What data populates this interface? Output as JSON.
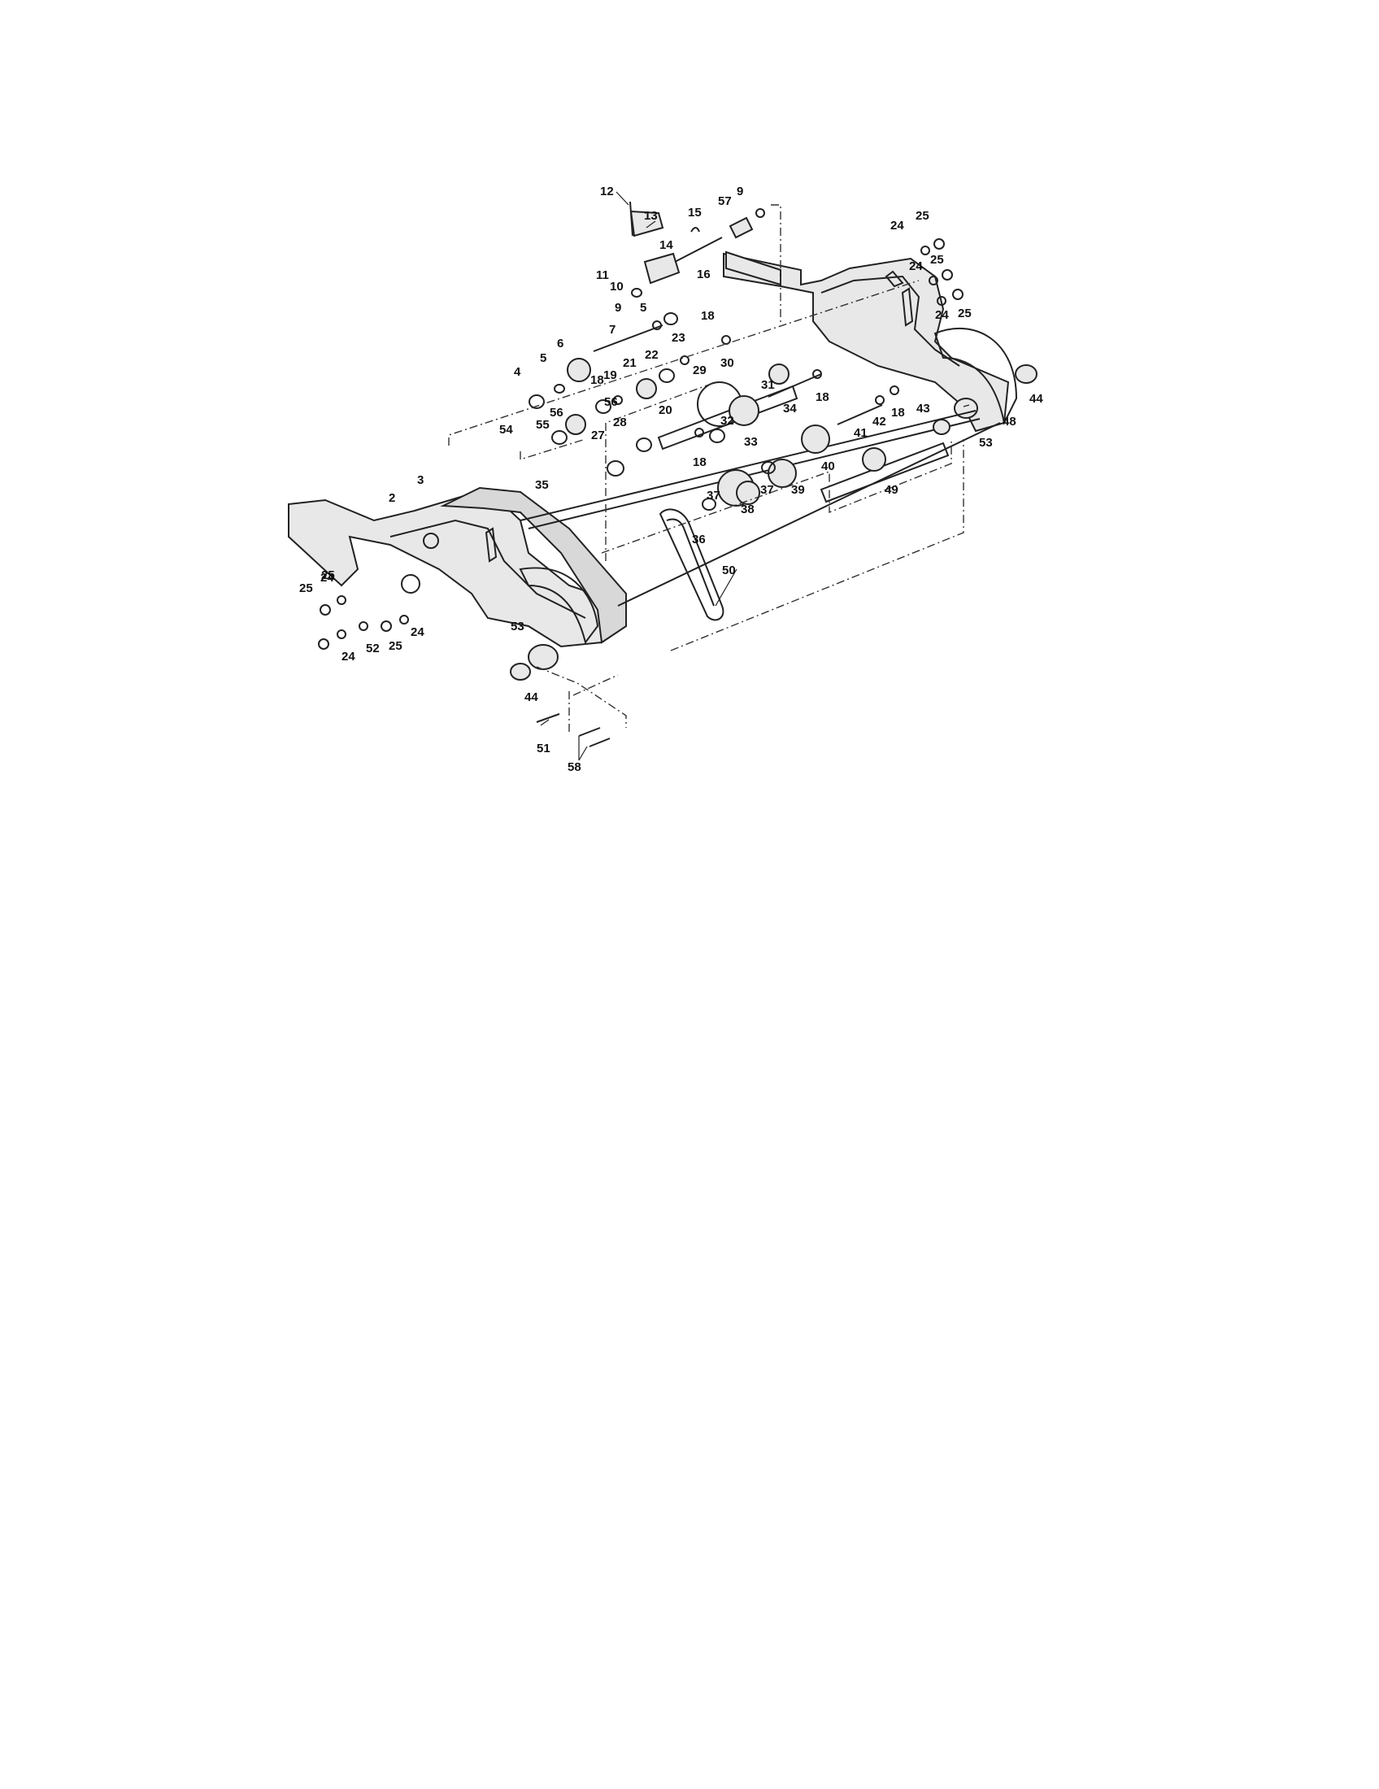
{
  "callouts": [
    "12",
    "13",
    "15",
    "57",
    "9",
    "14",
    "11",
    "10",
    "16",
    "9",
    "5",
    "7",
    "18",
    "23",
    "6",
    "5",
    "4",
    "22",
    "21",
    "19",
    "18",
    "56",
    "56",
    "20",
    "29",
    "30",
    "31",
    "34",
    "18",
    "54",
    "55",
    "28",
    "27",
    "32",
    "33",
    "18",
    "35",
    "3",
    "2",
    "38",
    "37",
    "36",
    "39",
    "37",
    "40",
    "41",
    "42",
    "18",
    "43",
    "49",
    "50",
    "48",
    "53",
    "44",
    "25",
    "24",
    "24",
    "25",
    "24",
    "25",
    "25",
    "24",
    "52",
    "25",
    "24",
    "53",
    "44",
    "51",
    "58",
    "24",
    "25"
  ]
}
